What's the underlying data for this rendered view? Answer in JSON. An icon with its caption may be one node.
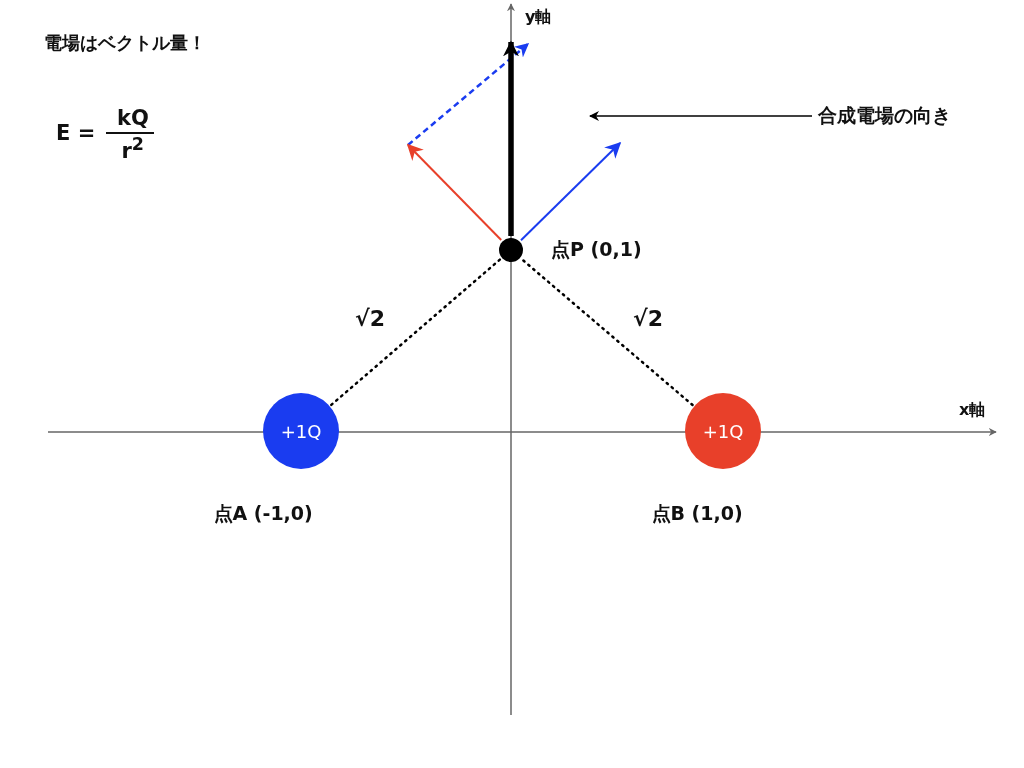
{
  "diagram": {
    "title": "電場はベクトル量！",
    "nodes": [
      {
        "text": [
          "+1Q"
        ],
        "beside": [
          "点A (-1,0)"
        ]
      },
      {
        "text": [
          "+1Q"
        ],
        "beside": [
          "点B (1,0)"
        ]
      },
      {
        "text": [],
        "shape": "circle",
        "beside": [
          "点P (0,1)"
        ]
      },
      {
        "text": [
          "合成電場の向き"
        ]
      }
    ],
    "edges": [
      {
        "from": 0,
        "to": 2,
        "arrow": "none",
        "style": "dashed",
        "label": "√2"
      },
      {
        "from": 1,
        "to": 2,
        "arrow": "none",
        "style": "dashed",
        "label": "√2"
      },
      {
        "from": 2,
        "to": null,
        "arrow": "to",
        "color": "#e8402a"
      },
      {
        "from": 2,
        "to": null,
        "arrow": "to",
        "color": "#1a3cf0"
      },
      {
        "from": 2,
        "to": null,
        "arrow": "to",
        "style": "thick"
      },
      {
        "from": 3,
        "to": null,
        "arrow": "to"
      }
    ],
    "labels": [
      "E =",
      "kQ",
      "r$^{2}$",
      "x軸",
      "y軸"
    ]
  }
}
